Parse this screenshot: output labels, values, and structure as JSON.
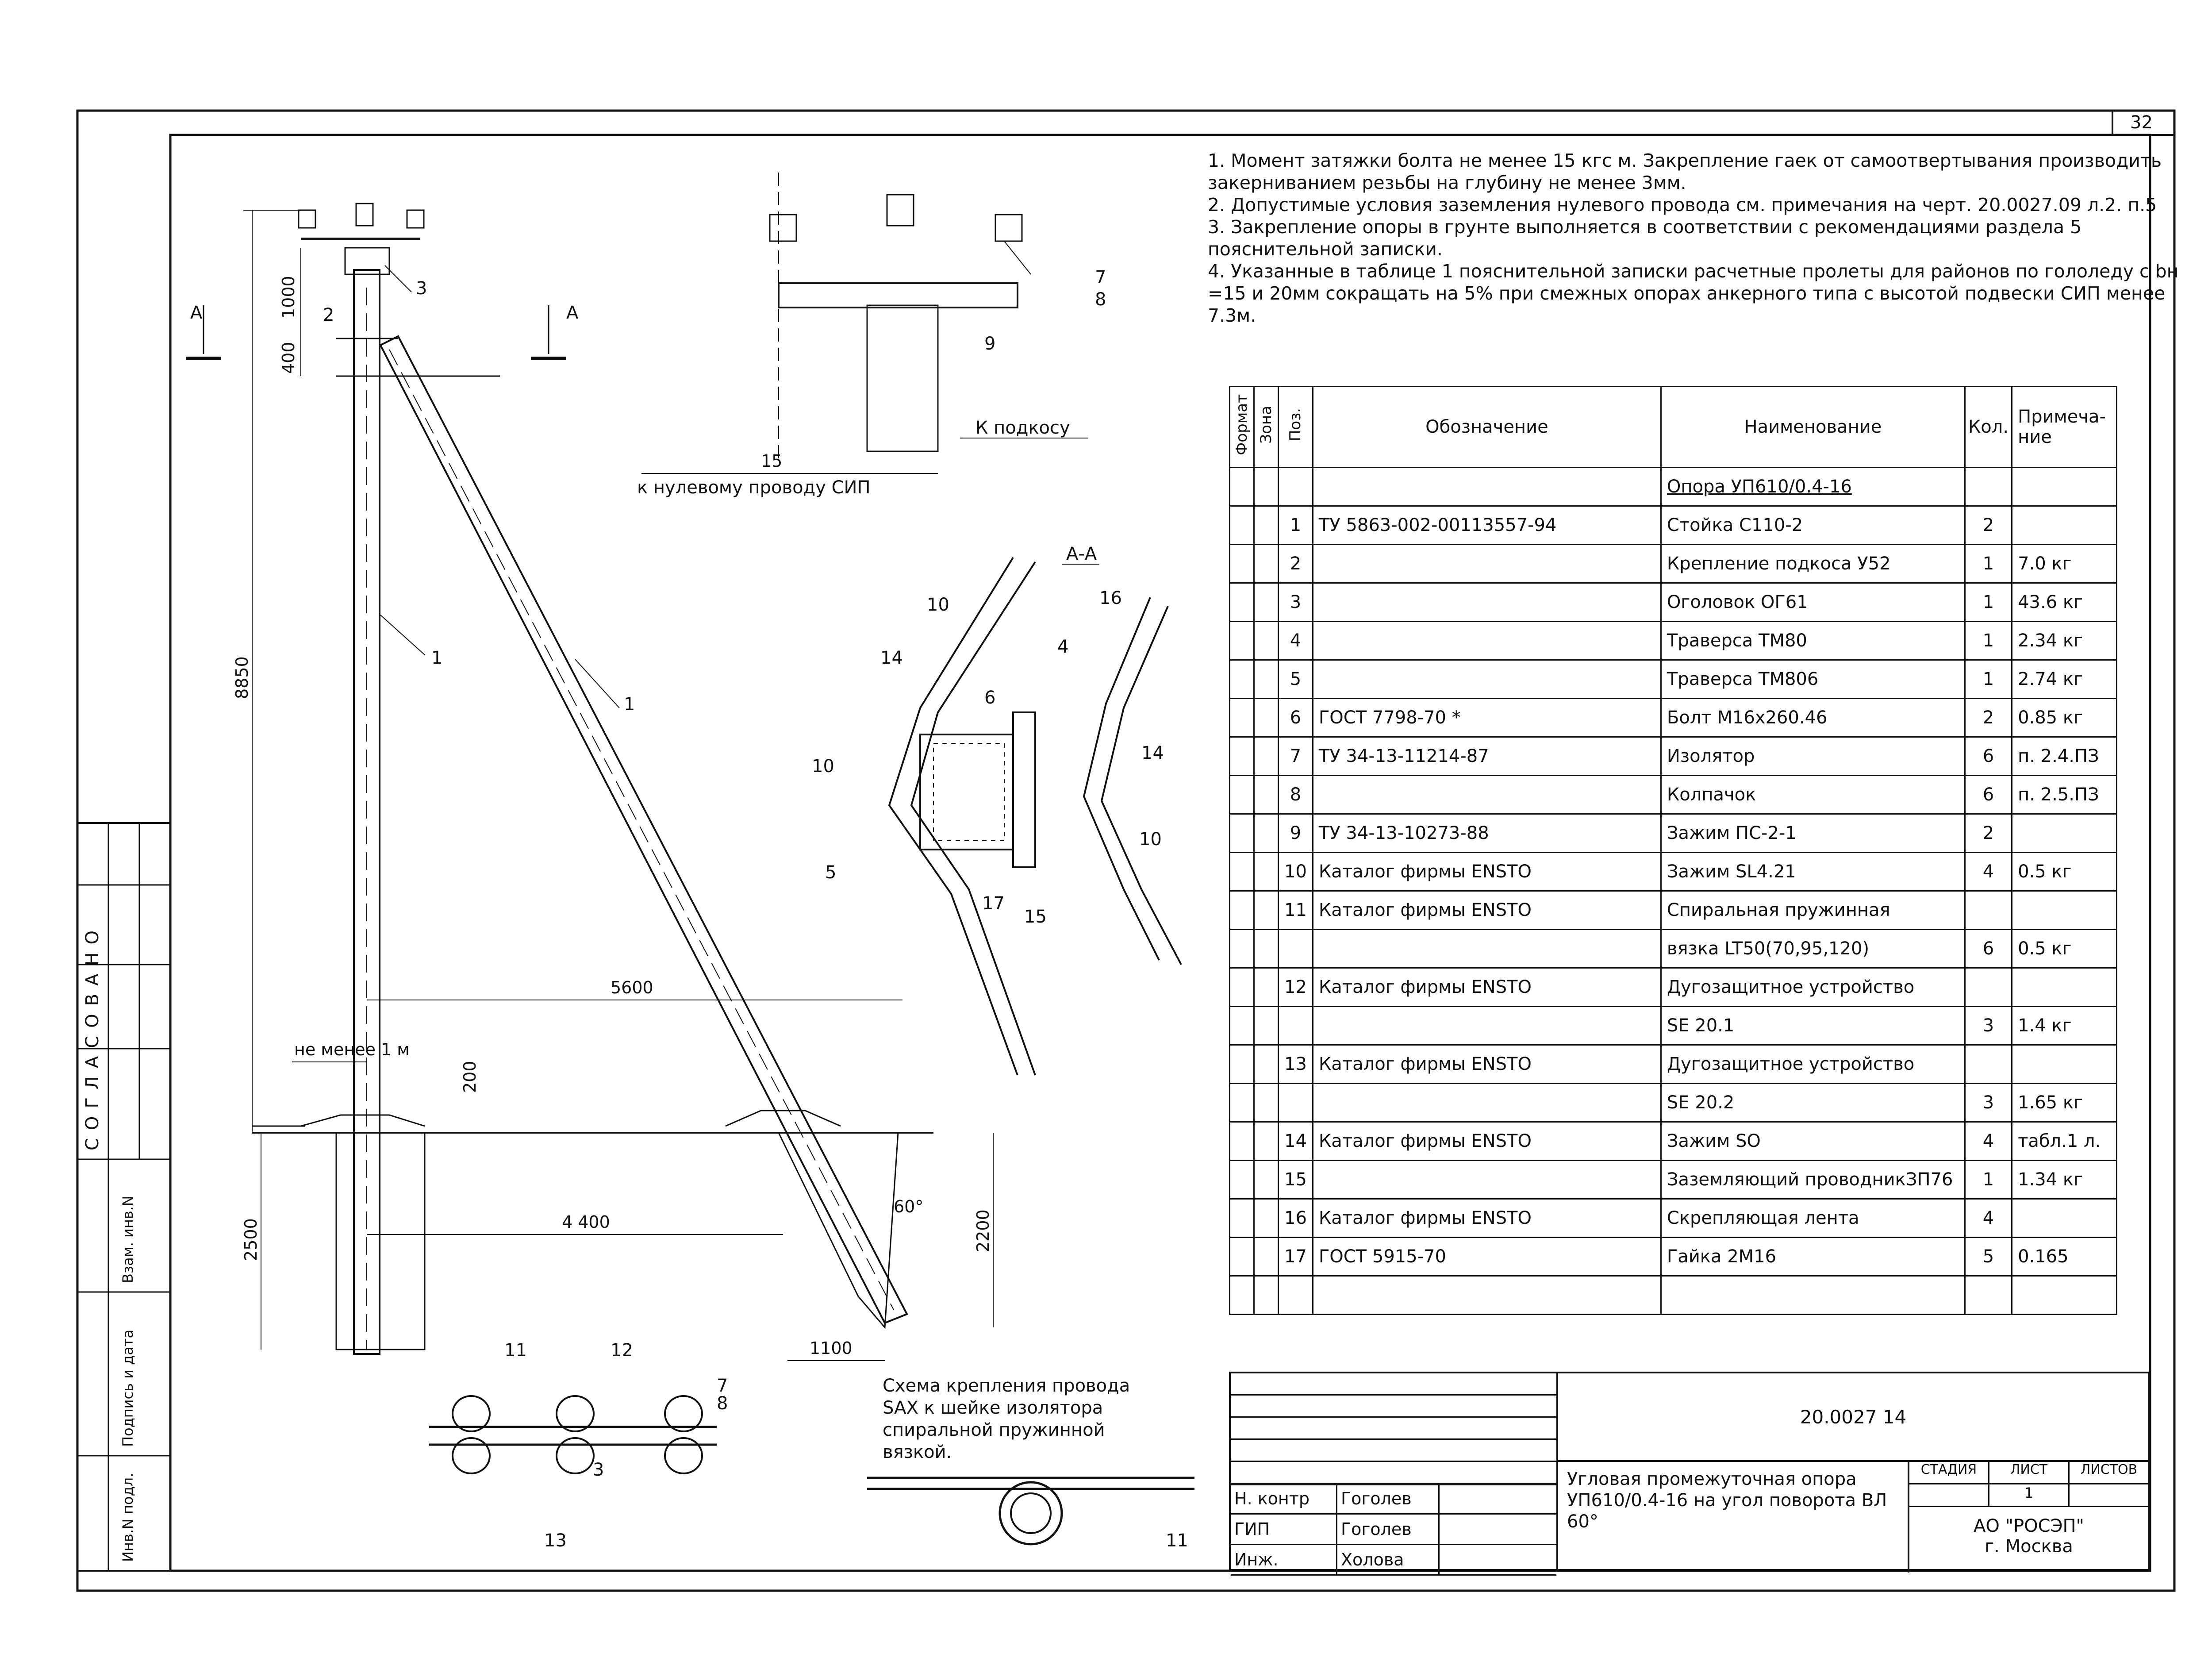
{
  "sheet_number": "32",
  "side_stamp": {
    "agreed": "СОГЛАСОВАНО",
    "rows": [
      "Взам. инв.N",
      "Подпись и дата",
      "Инв.N подл."
    ]
  },
  "notes": [
    "1. Момент затяжки болта не менее 15 кгс м. Закрепление гаек от самоотвертывания производить закерниванием резьбы на глубину не менее 3мм.",
    "2. Допустимые условия заземления нулевого провода см. примечания на черт. 20.0027.09 л.2. п.5",
    "3. Закрепление опоры в грунте выполняется в соответствии с рекомендациями раздела 5 пояснительной записки.",
    "4. Указанные в таблице 1 пояснительной записки расчетные пролеты для районов по гололеду с bн =15 и 20мм сокращать на 5% при смежных опорах анкерного типа с высотой подвески СИП менее 7.3м."
  ],
  "spec_table": {
    "headers": [
      "Формат",
      "Зона",
      "Поз.",
      "Обозначение",
      "Наименование",
      "Кол.",
      "Примеча-ние"
    ],
    "group_title": "Опора УП610/0.4-16",
    "rows": [
      {
        "pos": "1",
        "designation": "ТУ 5863-002-00113557-94",
        "name": "Стойка С110-2",
        "qty": "2",
        "note": ""
      },
      {
        "pos": "2",
        "designation": "",
        "name": "Крепление подкоса У52",
        "qty": "1",
        "note": "7.0 кг"
      },
      {
        "pos": "3",
        "designation": "",
        "name": "Оголовок ОГ61",
        "qty": "1",
        "note": "43.6 кг"
      },
      {
        "pos": "4",
        "designation": "",
        "name": "Траверса ТМ80",
        "qty": "1",
        "note": "2.34 кг"
      },
      {
        "pos": "5",
        "designation": "",
        "name": "Траверса ТМ806",
        "qty": "1",
        "note": "2.74 кг"
      },
      {
        "pos": "6",
        "designation": "ГОСТ 7798-70 *",
        "name": "Болт М16х260.46",
        "qty": "2",
        "note": "0.85 кг"
      },
      {
        "pos": "7",
        "designation": "ТУ 34-13-11214-87",
        "name": "Изолятор",
        "qty": "6",
        "note": "п. 2.4.ПЗ"
      },
      {
        "pos": "8",
        "designation": "",
        "name": "Колпачок",
        "qty": "6",
        "note": "п. 2.5.ПЗ"
      },
      {
        "pos": "9",
        "designation": "ТУ 34-13-10273-88",
        "name": "Зажим ПС-2-1",
        "qty": "2",
        "note": ""
      },
      {
        "pos": "10",
        "designation": "Каталог фирмы ENSTO",
        "name": "Зажим SL4.21",
        "qty": "4",
        "note": "0.5 кг"
      },
      {
        "pos": "11",
        "designation": "Каталог фирмы ENSTO",
        "name": "Спиральная пружинная",
        "qty": "",
        "note": ""
      },
      {
        "pos": "",
        "designation": "",
        "name": "вязка LT50(70,95,120)",
        "qty": "6",
        "note": "0.5 кг"
      },
      {
        "pos": "12",
        "designation": "Каталог фирмы ENSTO",
        "name": "Дугозащитное устройство",
        "qty": "",
        "note": ""
      },
      {
        "pos": "",
        "designation": "",
        "name": "SE 20.1",
        "qty": "3",
        "note": "1.4 кг"
      },
      {
        "pos": "13",
        "designation": "Каталог фирмы ENSTO",
        "name": "Дугозащитное устройство",
        "qty": "",
        "note": ""
      },
      {
        "pos": "",
        "designation": "",
        "name": "SE 20.2",
        "qty": "3",
        "note": "1.65 кг"
      },
      {
        "pos": "14",
        "designation": "Каталог фирмы ENSTO",
        "name": "Зажим SO",
        "qty": "4",
        "note": "табл.1 л."
      },
      {
        "pos": "15",
        "designation": "",
        "name": "Заземляющий проводникЗП76",
        "qty": "1",
        "note": "1.34 кг"
      },
      {
        "pos": "16",
        "designation": "Каталог фирмы ENSTO",
        "name": "Скрепляющая лента",
        "qty": "4",
        "note": ""
      },
      {
        "pos": "17",
        "designation": "ГОСТ 5915-70",
        "name": "Гайка 2М16",
        "qty": "5",
        "note": "0.165"
      },
      {
        "pos": "",
        "designation": "",
        "name": "",
        "qty": "",
        "note": ""
      }
    ]
  },
  "title_block": {
    "doc_code": "20.0027   14",
    "title": "Угловая промежуточная опора УП610/0.4-16 на угол поворота ВЛ 60°",
    "stage_label": "СТАДИЯ",
    "sheet_label": "ЛИСТ",
    "sheets_label": "ЛИСТОВ",
    "sheet_value": "1",
    "org": "АО \"РОСЭП\"",
    "city": "г. Москва",
    "people": [
      {
        "role": "Н. контр",
        "name": "Гоголев"
      },
      {
        "role": "ГИП",
        "name": "Гоголев"
      },
      {
        "role": "Инж.",
        "name": "Холова"
      }
    ]
  },
  "drawing": {
    "section_mark": "А",
    "section_title": "А-А",
    "pole_dims": {
      "height": "8850",
      "d1000": "1000",
      "d400": "400",
      "d5600": "5600",
      "d4400": "4 400",
      "d2500": "2500",
      "d2200": "2200",
      "d1100": "1100",
      "d200": "200",
      "min1m": "не менее 1 м",
      "angle": "60°"
    },
    "callouts": [
      "1",
      "2",
      "3",
      "4",
      "5",
      "6",
      "7",
      "8",
      "9",
      "10",
      "11",
      "12",
      "13",
      "14",
      "15",
      "16",
      "17"
    ],
    "top_detail": {
      "d15": "15",
      "to_neutral": "к нулевому проводу СИП",
      "to_brace": "К подкосу"
    },
    "scheme_caption": "Схема крепления провода SAX к шейке изолятора спиральной пружинной вязкой."
  }
}
